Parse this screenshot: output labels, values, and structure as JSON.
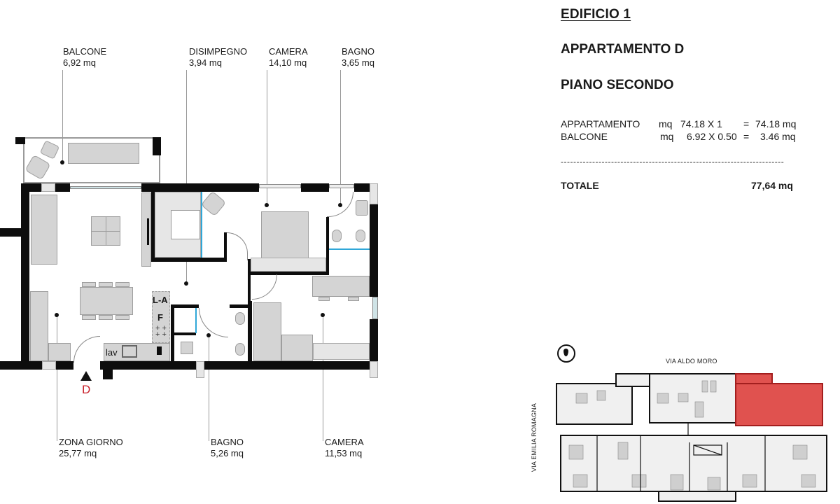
{
  "header": {
    "building": "EDIFICIO 1",
    "apartment": "APPARTAMENTO D",
    "floor": "PIANO SECONDO"
  },
  "area_calc": {
    "rows": [
      {
        "label": "APPARTAMENTO",
        "unit": "mq",
        "factor_expr": "74.18 X 1",
        "eq": "=",
        "result": "74.18 mq"
      },
      {
        "label": "BALCONE",
        "unit": "mq",
        "factor_expr": "6.92 X 0.50",
        "eq": "=",
        "result": "3.46 mq"
      }
    ],
    "separator": "-----------------------------------------------------------------------",
    "total_label": "TOTALE",
    "total_value": "77,64 mq"
  },
  "rooms_top": [
    {
      "name": "BALCONE",
      "area": "6,92 mq"
    },
    {
      "name": "DISIMPEGNO",
      "area": "3,94 mq"
    },
    {
      "name": "CAMERA",
      "area": "14,10 mq"
    },
    {
      "name": "BAGNO",
      "area": "3,65 mq"
    }
  ],
  "rooms_bottom": [
    {
      "name": "ZONA GIORNO",
      "area": "25,77 mq"
    },
    {
      "name": "BAGNO",
      "area": "5,26 mq"
    },
    {
      "name": "CAMERA",
      "area": "11,53 mq"
    }
  ],
  "plan_tags": {
    "laundry": "L-A",
    "fridge": "F",
    "sink": "lav",
    "entrance": "D"
  },
  "key_plan": {
    "street_top": "VIA ALDO MORO",
    "street_left": "VIA EMILIA ROMAGNA",
    "north_icon": "north-arrow-icon",
    "highlight_color": "#e0524f"
  },
  "colors": {
    "wall": "#0d0d0d",
    "furniture": "#d4d4d4",
    "shower_glass": "#2fa7d8",
    "entrance_tag": "#c8202a"
  }
}
